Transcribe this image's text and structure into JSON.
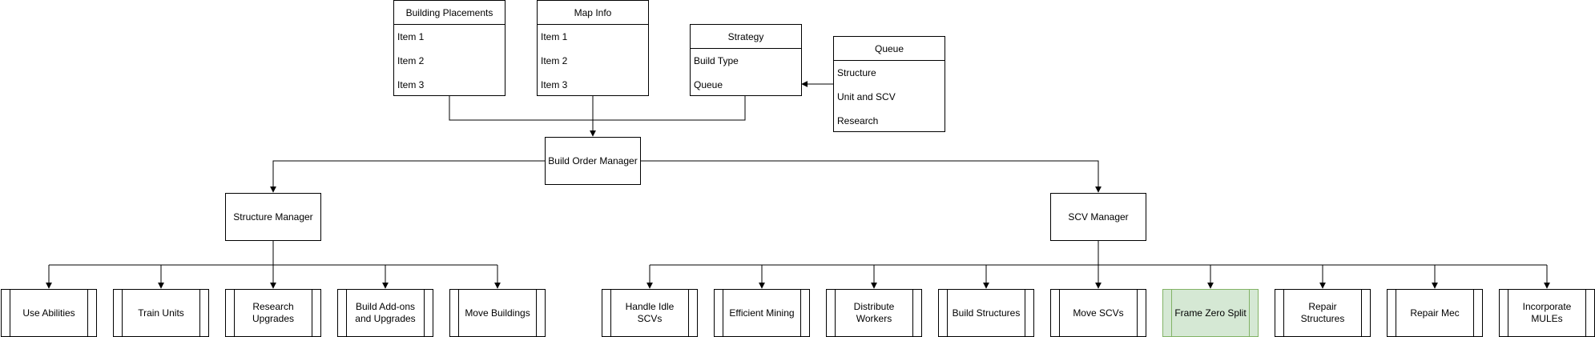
{
  "lists": {
    "building_placements": {
      "title": "Building Placements",
      "items": [
        "Item 1",
        "Item 2",
        "Item 3"
      ]
    },
    "map_info": {
      "title": "Map Info",
      "items": [
        "Item 1",
        "Item 2",
        "Item 3"
      ]
    },
    "strategy": {
      "title": "Strategy",
      "items": [
        "Build Type",
        "Queue"
      ]
    },
    "queue": {
      "title": "Queue",
      "items": [
        "Structure",
        "Unit and SCV",
        "Research"
      ]
    }
  },
  "managers": {
    "build_order": "Build Order Manager",
    "structure": "Structure Manager",
    "scv": "SCV Manager"
  },
  "structure_tasks": [
    "Use Abilities",
    "Train Units",
    "Research\nUpgrades",
    "Build Add-ons\nand Upgrades",
    "Move Buildings"
  ],
  "scv_tasks": [
    "Handle Idle\nSCVs",
    "Efficient Mining",
    "Distribute\nWorkers",
    "Build Structures",
    "Move SCVs",
    "Frame Zero Split",
    "Repair Structures",
    "Repair Mec",
    "Incorporate\nMULEs"
  ],
  "colors": {
    "highlight_fill": "#d5e8d4",
    "highlight_stroke": "#82b366"
  }
}
